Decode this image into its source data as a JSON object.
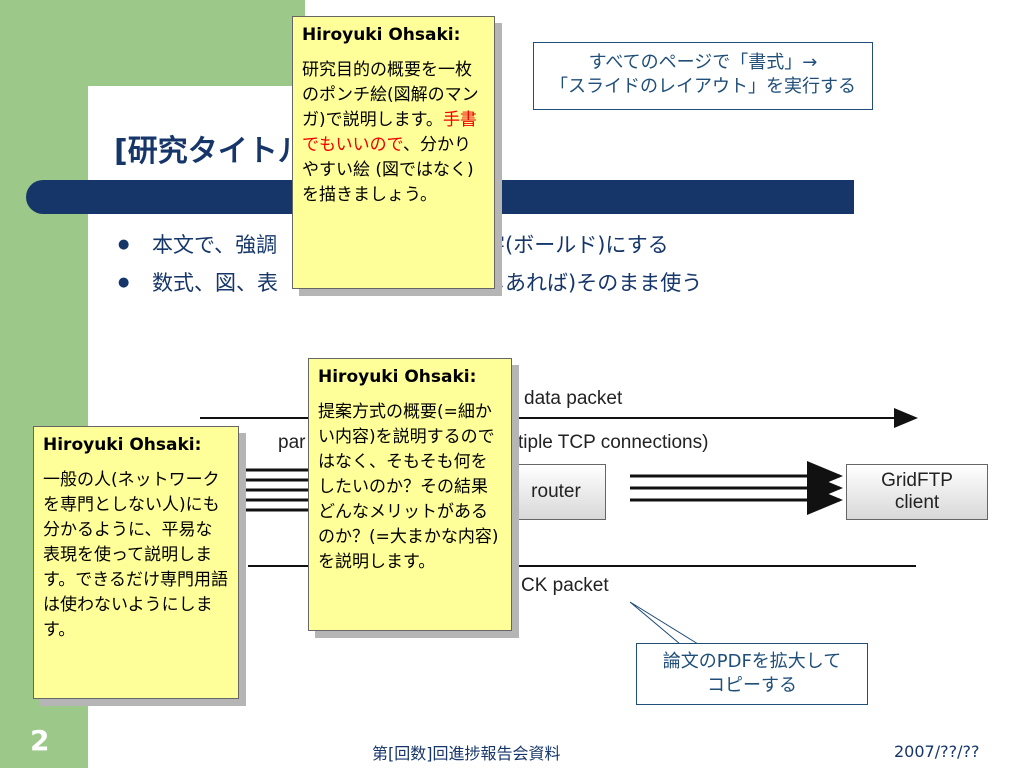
{
  "slide": {
    "number": "2",
    "title": "[研究タイトル",
    "bullets": [
      "本文で、強調",
      "数式、図、表"
    ],
    "bullet_tail": [
      "字(ボールド)にする",
      "しあれば)そのまま使う"
    ]
  },
  "notes": [
    {
      "author": "Hiroyuki Ohsaki:",
      "text": "研究目的の概要を一枚のポンチ絵(図解のマンガ)で説明します。",
      "red": "手書でもいいので",
      "text2": "、分かりやすい絵 (図ではなく) を描きましょう。"
    },
    {
      "author": "Hiroyuki Ohsaki:",
      "text": "提案方式の概要(=細かい内容)を説明するのではなく、そもそも何をしたいのか？その結果どんなメリットがあるのか？(=大まかな内容)を説明します。"
    },
    {
      "author": "Hiroyuki Ohsaki:",
      "text": "一般の人(ネットワークを専門としない人)にも分かるように、平易な表現を使って説明します。できるだけ専門用語は使わないようにします。"
    }
  ],
  "callouts": {
    "top": {
      "line1": "すべてのページで「書式」→",
      "line2": "「スライドのレイアウト」を実行する"
    },
    "bottom": {
      "line1": "論文のPDFを拡大して",
      "line2": "コピーする"
    }
  },
  "diagram": {
    "data_packet": "data packet",
    "par": "par",
    "tcp": "tiple TCP connections)",
    "router": "router",
    "client_line1": "GridFTP",
    "client_line2": "client",
    "ack": "CK packet"
  },
  "footer": {
    "center": "第[回数]回進捗報告会資料",
    "date": "2007/??/??"
  },
  "colors": {
    "green": "#9cc98a",
    "navy": "#16366a",
    "note_yellow": "#ffff99",
    "highlight_red": "#ee0000"
  }
}
